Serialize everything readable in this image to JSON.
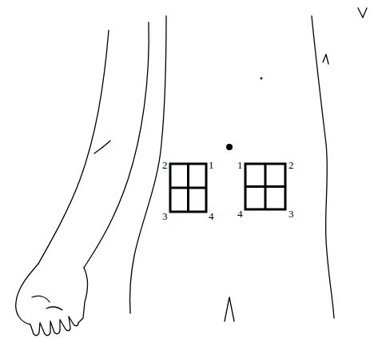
{
  "diagram": {
    "labels": [
      "2",
      "1",
      "3",
      "4",
      "1",
      "2",
      "4",
      "3"
    ]
  }
}
